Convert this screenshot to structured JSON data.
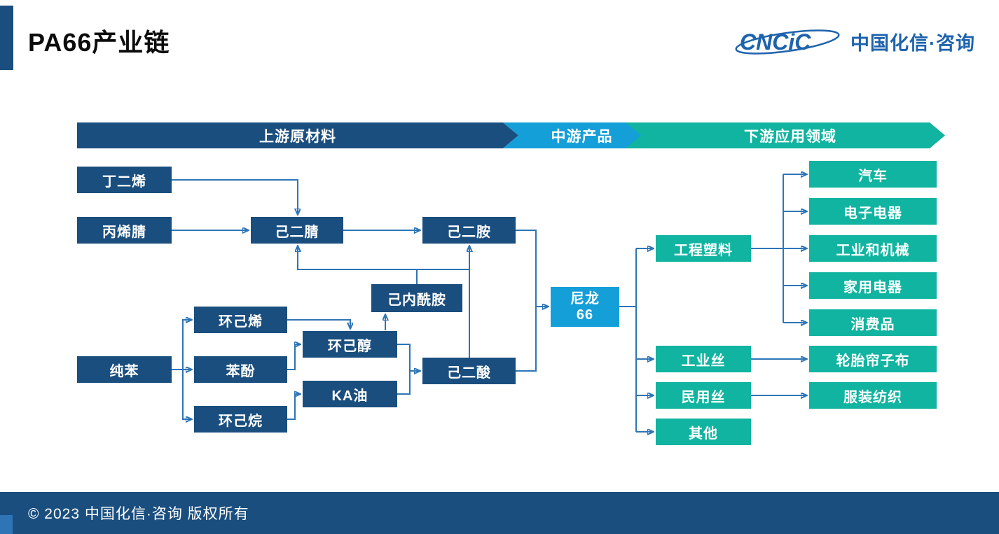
{
  "page": {
    "title": "PA66产业链"
  },
  "logo": {
    "brand": "CNCiC",
    "company": "中国化信·咨询"
  },
  "banners": {
    "upstream": "上游原材料",
    "midstream": "中游产品",
    "downstream": "下游应用领域"
  },
  "nodes": {
    "butadiene": "丁二烯",
    "acrylonitrile": "丙烯腈",
    "adiponitrile": "己二腈",
    "hexamethylene_diamine": "己二胺",
    "caprolactam": "己内酰胺",
    "cyclohexene": "环己烯",
    "pure_benzene": "纯苯",
    "phenol": "苯酚",
    "cyclohexanol": "环己醇",
    "ka_oil": "KA油",
    "cyclohexane": "环己烷",
    "adipic_acid": "己二酸",
    "nylon66": {
      "line1": "尼龙",
      "line2": "66"
    },
    "engineering_plastics": "工程塑料",
    "industrial_yarn": "工业丝",
    "civil_yarn": "民用丝",
    "others": "其他",
    "automobile": "汽车",
    "electronics": "电子电器",
    "industry_machinery": "工业和机械",
    "home_appliances": "家用电器",
    "consumer_goods": "消费品",
    "tire_cord_fabric": "轮胎帘子布",
    "apparel_textile": "服装纺织"
  },
  "footer": {
    "copyright": "© 2023 中国化信·咨询  版权所有"
  },
  "colors": {
    "navy": "#1a4e7e",
    "cyan": "#159fd8",
    "teal": "#10b4a0",
    "arrow": "#2e75b6",
    "logo_blue": "#1e63ad"
  }
}
